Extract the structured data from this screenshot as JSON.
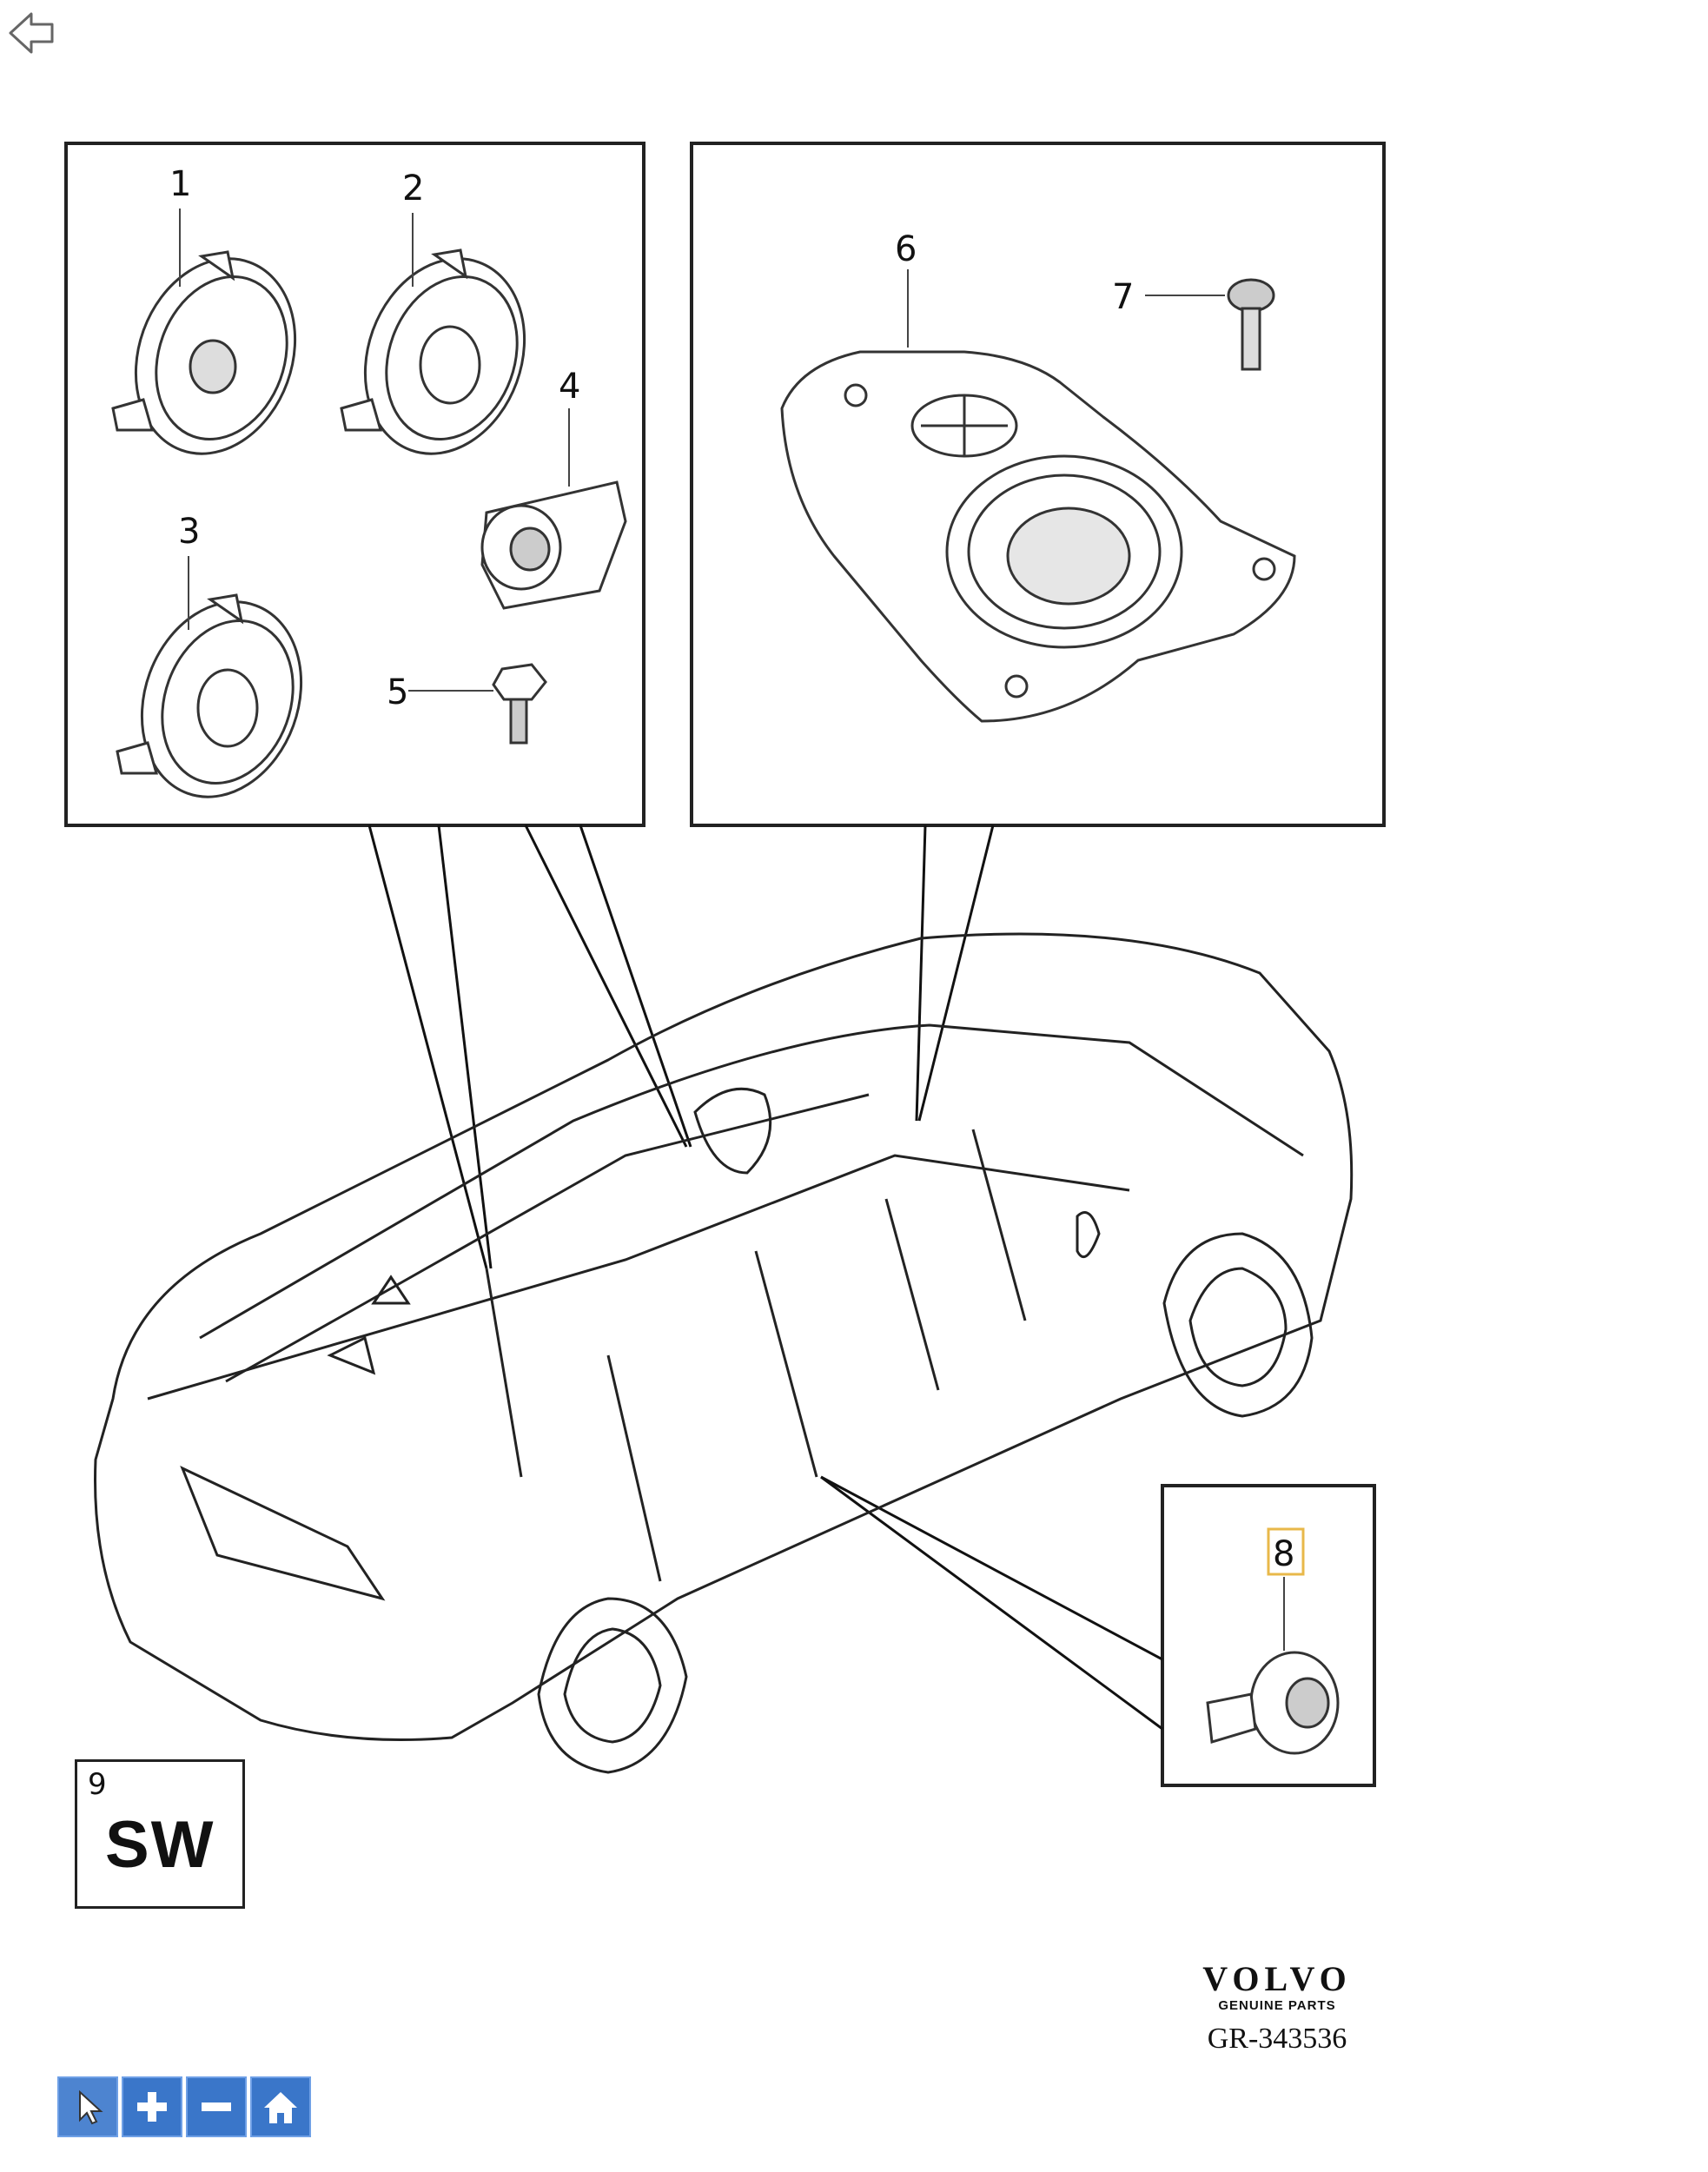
{
  "callouts": {
    "c1": "1",
    "c2": "2",
    "c3": "3",
    "c4": "4",
    "c5": "5",
    "c6": "6",
    "c7": "7",
    "c8": "8"
  },
  "sw_panel": {
    "number": "9",
    "text": "SW"
  },
  "brand": {
    "name": "VOLVO",
    "sub": "GENUINE PARTS"
  },
  "diagram_id": "GR-343536",
  "toolbar": {
    "select_icon": "pointer-icon",
    "zoom_in_icon": "plus-icon",
    "zoom_out_icon": "minus-icon",
    "home_icon": "home-icon"
  },
  "colors": {
    "toolbar_blue": "#3a76c9",
    "highlight_box": "#e8b84a"
  }
}
